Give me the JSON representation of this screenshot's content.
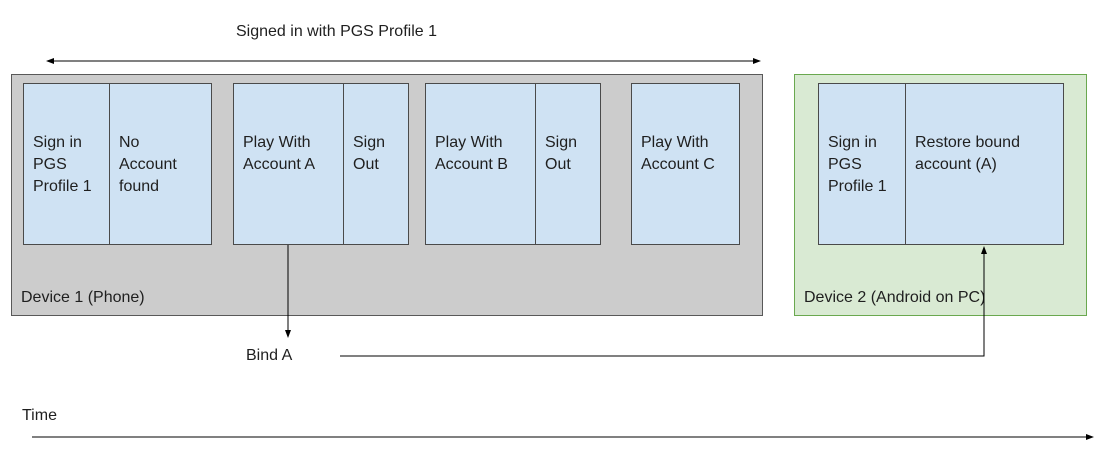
{
  "title": "Signed in with PGS Profile 1",
  "devices": [
    {
      "label": "Device 1 (Phone)",
      "steps": [
        "Sign in\nPGS\nProfile 1",
        "No\nAccount\nfound",
        "Play With\nAccount A",
        "Sign\nOut",
        "Play With\nAccount B",
        "Sign\nOut",
        "Play With\nAccount C"
      ]
    },
    {
      "label": "Device 2 (Android on PC)",
      "steps": [
        "Sign in\nPGS\nProfile 1",
        "Restore bound\naccount (A)"
      ]
    }
  ],
  "bind_label": "Bind A",
  "time_label": "Time",
  "colors": {
    "device1_bg": "#cccccc",
    "device2_bg": "#d9ead3",
    "step_bg": "#cfe2f3",
    "line": "#000000"
  }
}
